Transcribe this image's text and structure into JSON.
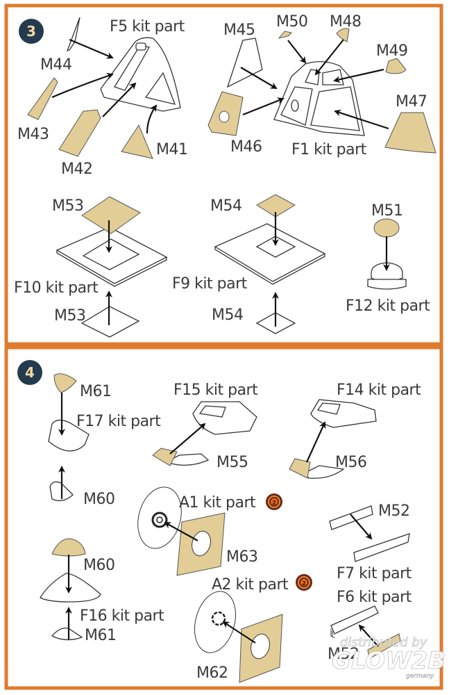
{
  "colors": {
    "frame": "#e07b2e",
    "step_badge": "#243a4e",
    "step_badge_text": "#f0d9a8",
    "mask_fill": "#e3cd96",
    "mask_icon": "#c2501b"
  },
  "steps": [
    {
      "number": "3",
      "labels": {
        "f5": "F5 kit part",
        "m44": "M44",
        "m43": "M43",
        "m42": "M42",
        "m41": "M41",
        "m45": "M45",
        "m50": "M50",
        "m48": "M48",
        "m49": "M49",
        "m47": "M47",
        "m46": "M46",
        "f1": "F1 kit part",
        "m53_top": "M53",
        "f10": "F10 kit part",
        "m53_bottom": "M53",
        "m54_top": "M54",
        "f9": "F9 kit part",
        "m54_bottom": "M54",
        "m51": "M51",
        "f12": "F12 kit part"
      }
    },
    {
      "number": "4",
      "labels": {
        "m61_top": "M61",
        "f17": "F17 kit part",
        "m60_mid": "M60",
        "f15": "F15 kit part",
        "m55": "M55",
        "f14": "F14 kit part",
        "m56": "M56",
        "a1": "A1 kit part",
        "m63": "M63",
        "m52_top": "M52",
        "f7": "F7 kit part",
        "m60_low": "M60",
        "f16": "F16 kit part",
        "m61_bottom": "M61",
        "a2": "A2 kit part",
        "m62": "M62",
        "f6": "F6 kit part",
        "m52_bottom": "M52"
      },
      "badges": [
        {
          "icon": "two-sided-mask-icon",
          "text": "2"
        },
        {
          "icon": "two-sided-mask-icon",
          "text": "2"
        }
      ]
    }
  ],
  "watermark": {
    "line1": "distributed by",
    "line2": "GLOW2B",
    "line3": "germany"
  }
}
